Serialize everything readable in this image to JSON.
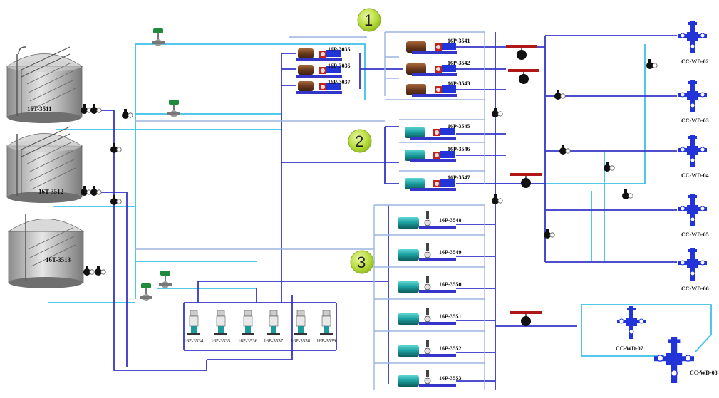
{
  "colors": {
    "light_pipe": "#3cc0e8",
    "dark_pipe": "#3535c8",
    "pale_pipe": "#9db4e0",
    "marker_fill": "#b9de3e",
    "tank_body": "#bdbdbd",
    "wellhead": "#2234d8",
    "valve_green": "#1e8a3a",
    "valve_red": "#b01818",
    "motor_brown": "#6a3a1e",
    "motor_teal": "#1a9c9c"
  },
  "tanks": [
    {
      "id": "16T-3511"
    },
    {
      "id": "16T-3512"
    },
    {
      "id": "16T-3513"
    }
  ],
  "markers": [
    "1",
    "2",
    "3"
  ],
  "pumps_group_a": [
    "16P-3035",
    "16P-3036",
    "16P-3037"
  ],
  "pumps_group_1": [
    "16P-3541",
    "16P-3542",
    "16P-3543"
  ],
  "pumps_group_2": [
    "16P-3545",
    "16P-3546",
    "16P-3547"
  ],
  "pumps_group_3": [
    "16P-3548",
    "16P-3549",
    "16P-3550",
    "16P-3551",
    "16P-3552",
    "16P-3553"
  ],
  "pumps_vertical": [
    "16P-3534",
    "16P-3535",
    "16P-3536",
    "16P-3537",
    "16P-3538",
    "16P-3539"
  ],
  "wellheads": [
    "CC-WD-02",
    "CC-WD-03",
    "CC-WD-04",
    "CC-WD-05",
    "CC-WD-06",
    "CC-WD-07",
    "CC-WD-08"
  ]
}
